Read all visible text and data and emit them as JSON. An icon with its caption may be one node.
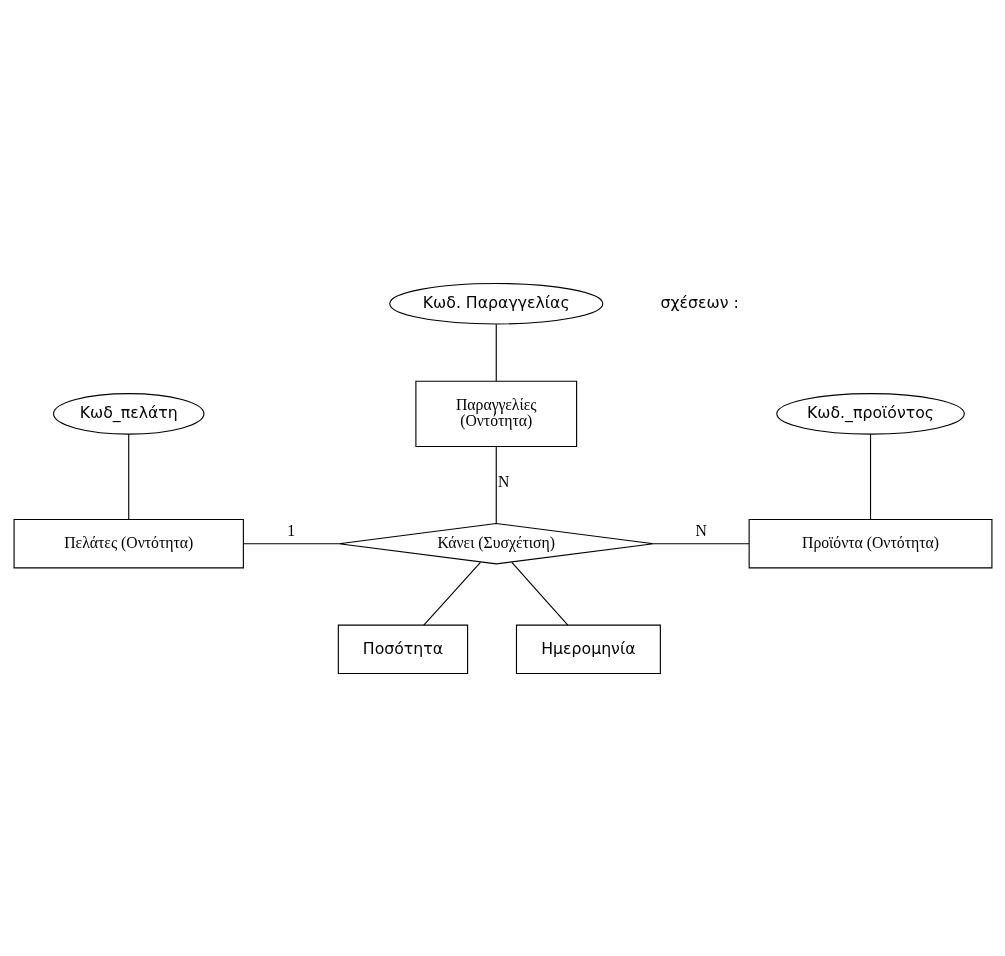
{
  "diagram": {
    "nodes": [
      {
        "text": [
          "Κωδ. Παραγγελίας"
        ]
      },
      {
        "text": [
          "Παραγγελίες",
          "(Οντότητα)"
        ]
      },
      {
        "text": [
          "Κωδ_πελάτη"
        ]
      },
      {
        "text": [
          "Κωδ._προϊόντος"
        ]
      },
      {
        "text": [
          "Πελάτες (Οντότητα)"
        ]
      },
      {
        "text": [
          "Κάνει (Συσχέτιση)"
        ]
      },
      {
        "text": [
          "Προϊόντα (Οντότητα)"
        ]
      },
      {
        "text": [
          "Ποσότητα"
        ]
      },
      {
        "text": [
          "Ημερομηνία"
        ]
      }
    ],
    "edges": [
      {
        "from": 0,
        "to": 1,
        "arrow": "none"
      },
      {
        "from": 1,
        "to": 5,
        "arrow": "none",
        "label": "N"
      },
      {
        "from": 2,
        "to": 4,
        "arrow": "none"
      },
      {
        "from": 4,
        "to": 5,
        "arrow": "none",
        "label": "1"
      },
      {
        "from": 3,
        "to": 6,
        "arrow": "none"
      },
      {
        "from": 5,
        "to": 6,
        "arrow": "none",
        "label": "N"
      },
      {
        "from": 5,
        "to": 7,
        "arrow": "none"
      },
      {
        "from": 5,
        "to": 8,
        "arrow": "none"
      }
    ],
    "labels": [
      "σχέσεων :"
    ]
  }
}
